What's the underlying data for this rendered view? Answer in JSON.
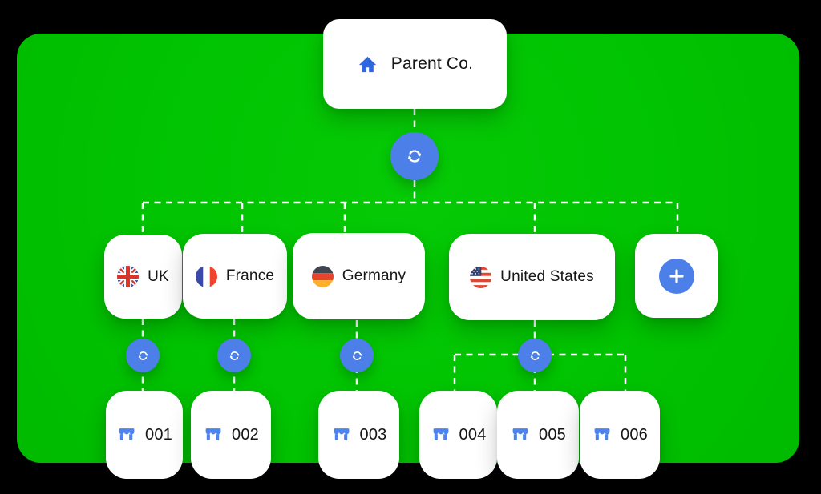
{
  "palette": {
    "background": "#000000",
    "panel_green": "#01C301",
    "card_white": "#FFFFFF",
    "accent_blue": "#4C80E8",
    "house_blue": "#2D68E0",
    "store_blue": "#4C83EE",
    "text_dark": "#161616",
    "connector_white": "#FFFFFF"
  },
  "parent": {
    "label": "Parent Co.",
    "icon": "house-icon"
  },
  "sync_nodes": {
    "icon": "sync-icon",
    "count": 5
  },
  "countries": [
    {
      "id": "uk",
      "label": "UK",
      "flag": "uk-flag-icon"
    },
    {
      "id": "france",
      "label": "France",
      "flag": "france-flag-icon"
    },
    {
      "id": "germany",
      "label": "Germany",
      "flag": "germany-flag-icon"
    },
    {
      "id": "us",
      "label": "United States",
      "flag": "us-flag-icon"
    }
  ],
  "add_card": {
    "icon": "plus-icon"
  },
  "stores": [
    {
      "label": "001"
    },
    {
      "label": "002"
    },
    {
      "label": "003"
    },
    {
      "label": "004"
    },
    {
      "label": "005"
    },
    {
      "label": "006"
    }
  ]
}
